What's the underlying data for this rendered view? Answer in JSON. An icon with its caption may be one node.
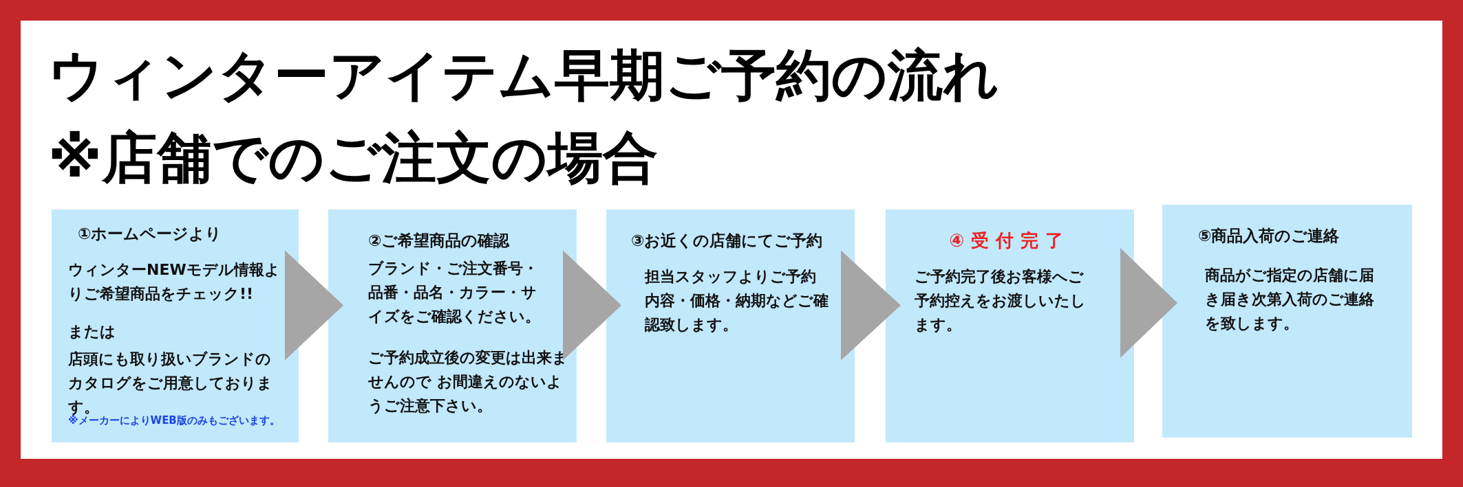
{
  "diagram": {
    "title": "ウィンターアイテム早期ご予約の流れ",
    "nodes": [
      {
        "text": [
          "①ホームページより",
          "ウィンターNEWモデル情報よりご希望商品をチェック!!",
          "または",
          "店頭にも取り扱いブランドのカタログをご用意しております。",
          "※メーカーによりWEB版のみもございます。"
        ]
      },
      {
        "text": [
          "②ご希望商品の確認",
          "ブランド・ご注文番号・品番・品名・カラー・サイズをご確認ください。",
          "ご予約成立後の変更は出来ませんので お間違えのないようご注意下さい。"
        ]
      },
      {
        "text": [
          "③お近くの店舗にてご予約",
          "担当スタッフよりご予約内容・価格・納期などご確認致します。"
        ]
      },
      {
        "text": [
          "④受付完了",
          "ご予約完了後お客様へご予約控えをお渡しいたします。"
        ]
      },
      {
        "text": [
          "⑤商品入荷のご連絡",
          "商品がご指定の店舗に届き届き次第入荷のご連絡を致します。"
        ]
      }
    ],
    "edges": [
      {
        "from": 0,
        "to": 1,
        "arrow": "to"
      },
      {
        "from": 1,
        "to": 2,
        "arrow": "to"
      },
      {
        "from": 2,
        "to": 3,
        "arrow": "to"
      },
      {
        "from": 3,
        "to": 4,
        "arrow": "to"
      }
    ],
    "labels": [
      "※店舗でのご注文の場合"
    ]
  }
}
